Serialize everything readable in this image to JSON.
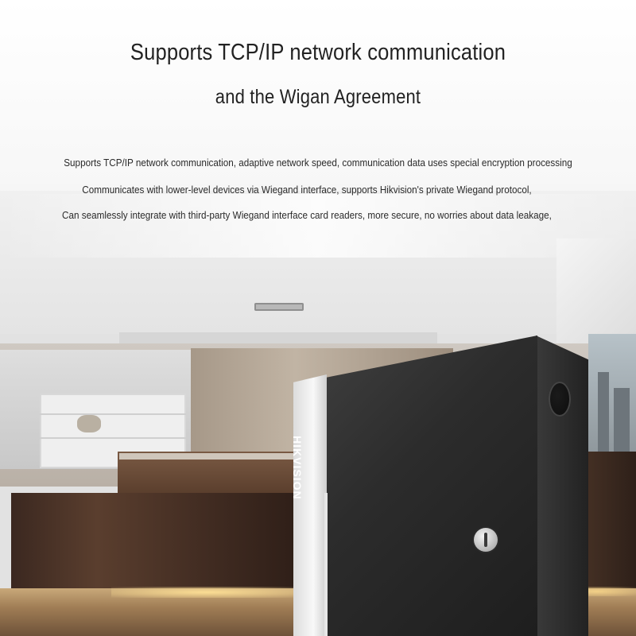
{
  "header": {
    "title_line1": "Supports TCP/IP network communication",
    "title_line2": "and the Wigan Agreement"
  },
  "description": {
    "line1": "Supports TCP/IP network communication, adaptive network speed, communication data uses special encryption processing",
    "line2": "Communicates with lower-level devices via Wiegand interface, supports Hikvision's private Wiegand protocol,",
    "line3": "Can seamlessly integrate with third-party Wiegand interface card readers, more secure, no worries about data leakage,"
  },
  "product": {
    "brand_label": "HIKVISION",
    "body_color": "#2c2c2c",
    "strip_color": "#f0f0f0"
  }
}
